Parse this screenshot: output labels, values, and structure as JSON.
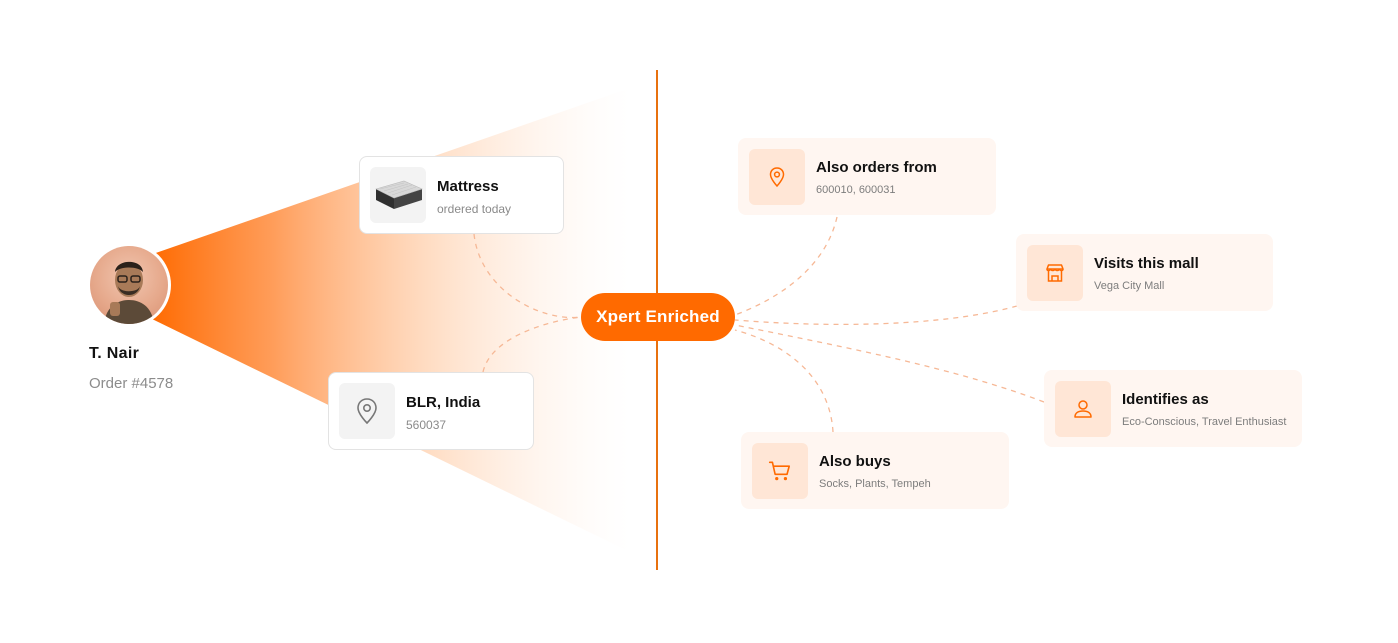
{
  "person": {
    "name": "T. Nair",
    "order": "Order #4578"
  },
  "left_cards": [
    {
      "title": "Mattress",
      "subtitle": "ordered today",
      "icon": "mattress-image"
    },
    {
      "title": "BLR, India",
      "subtitle": "560037",
      "icon": "location-pin-icon"
    }
  ],
  "center": {
    "label": "Xpert Enriched"
  },
  "right_cards": [
    {
      "title": "Also orders from",
      "subtitle": "600010, 600031",
      "icon": "location-pin-icon"
    },
    {
      "title": "Visits this mall",
      "subtitle": "Vega City Mall",
      "icon": "store-icon"
    },
    {
      "title": "Identifies as",
      "subtitle": "Eco-Conscious, Travel Enthusiast",
      "icon": "user-icon"
    },
    {
      "title": "Also buys",
      "subtitle": "Socks, Plants, Tempeh",
      "icon": "cart-icon"
    }
  ],
  "colors": {
    "accent": "#ff6a00",
    "accent_light": "#ffe6d6",
    "card_peach": "#fff6f1",
    "line": "#e8710f"
  }
}
